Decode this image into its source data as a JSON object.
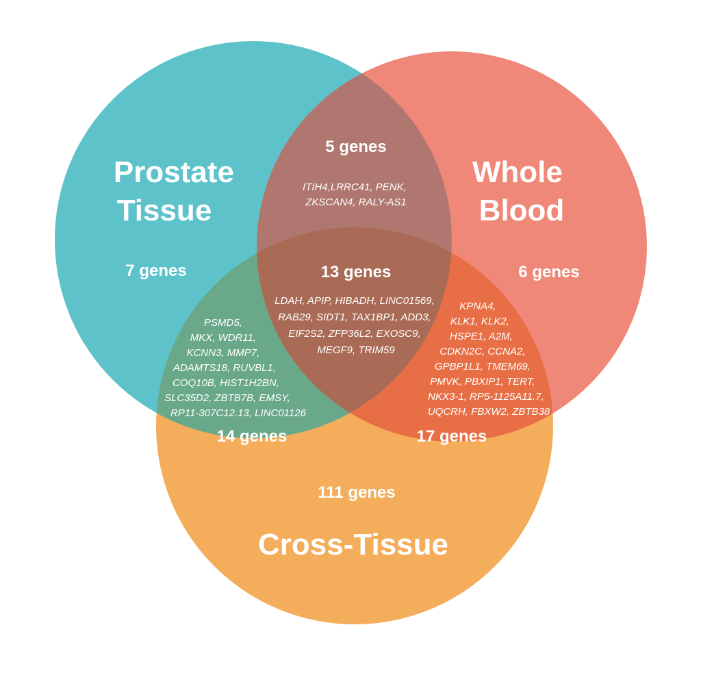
{
  "sets": {
    "prostate": {
      "title_lines": [
        "Prostate",
        "Tissue"
      ],
      "count": "7 genes",
      "color": "#5ec2ca"
    },
    "blood": {
      "title_lines": [
        "Whole",
        "Blood"
      ],
      "count": "6 genes",
      "color": "#ef8878"
    },
    "cross": {
      "title": "Cross-Tissue",
      "count": "111 genes",
      "color": "#f4ad5b"
    }
  },
  "overlaps": {
    "prostate_blood": {
      "count": "5 genes",
      "gene_lines": [
        "ITIH4,LRRC41, PENK,",
        "ZKSCAN4, RALY-AS1"
      ],
      "color": "#b07770"
    },
    "prostate_cross": {
      "count": "14 genes",
      "gene_lines": [
        "PSMD5,",
        "MKX, WDR11,",
        "KCNN3, MMP7,",
        "ADAMTS18, RUVBL1,",
        "COQ10B, HIST1H2BN,",
        "SLC35D2, ZBTB7B, EMSY,",
        "RP11-307C12.13, LINC01126"
      ],
      "color": "#6aa88a"
    },
    "blood_cross": {
      "count": "17 genes",
      "gene_lines": [
        "KPNA4,",
        "KLK1, KLK2,",
        "HSPE1, A2M,",
        "CDKN2C, CCNA2,",
        "GPBP1L1, TMEM69,",
        "PMVK, PBXIP1, TERT,",
        "NKX3-1, RP5-1125A11.7,",
        "UQCRH, FBXW2, ZBTB38"
      ],
      "color": "#e86f45"
    },
    "all_three": {
      "count": "13 genes",
      "gene_lines": [
        "LDAH, APIP, HIBADH, LINC01569,",
        "RAB29, SIDT1, TAX1BP1, ADD3,",
        "EIF2S2, ZFP36L2, EXOSC9,",
        "MEGF9, TRIM59"
      ],
      "color": "#a96b55"
    }
  }
}
